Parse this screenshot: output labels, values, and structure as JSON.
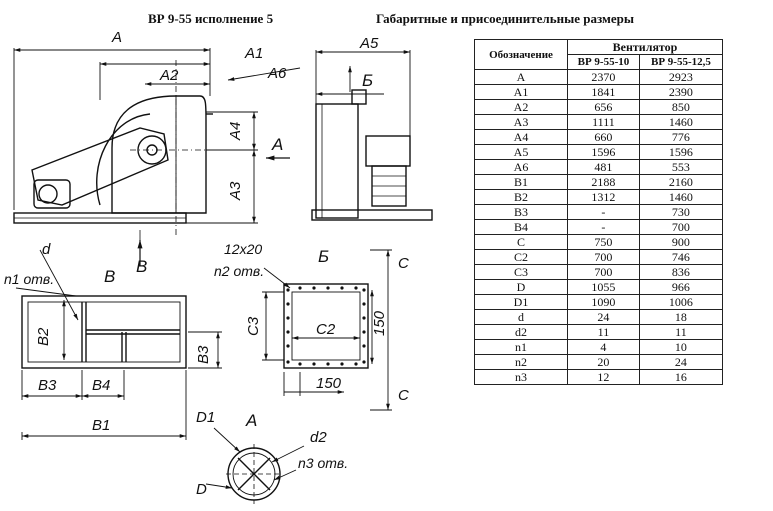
{
  "header": {
    "title_left": "ВР 9-55 исполнение 5",
    "title_right": "Габаритные и присоединительные размеры"
  },
  "drawing": {
    "labels": {
      "A": "A",
      "A1": "A1",
      "A2": "A2",
      "A3": "A3",
      "A4": "A4",
      "A5": "A5",
      "A6": "A6",
      "B_arrow": "Б",
      "A_arrow": "A",
      "V_arrow": "В",
      "view_V": "В",
      "view_B": "Б",
      "view_A": "A",
      "d": "d",
      "n1": "n1 отв.",
      "size_12x20": "12х20",
      "n2": "n2 отв.",
      "C": "C",
      "C2": "C2",
      "C3": "C3",
      "B2": "B2",
      "B3": "B3",
      "B4": "B4",
      "B1": "B1",
      "dim_150_v": "150",
      "dim_150_h": "150",
      "D1": "D1",
      "D": "D",
      "d2": "d2",
      "n3": "n3 отв."
    }
  },
  "table": {
    "col_header": "Обозначение",
    "group_header": "Вентилятор",
    "models": [
      "ВР 9-55-10",
      "ВР 9-55-12,5"
    ],
    "rows": [
      {
        "name": "A",
        "v1": "2370",
        "v2": "2923"
      },
      {
        "name": "A1",
        "v1": "1841",
        "v2": "2390"
      },
      {
        "name": "A2",
        "v1": "656",
        "v2": "850"
      },
      {
        "name": "A3",
        "v1": "1111",
        "v2": "1460"
      },
      {
        "name": "A4",
        "v1": "660",
        "v2": "776"
      },
      {
        "name": "A5",
        "v1": "1596",
        "v2": "1596"
      },
      {
        "name": "A6",
        "v1": "481",
        "v2": "553"
      },
      {
        "name": "B1",
        "v1": "2188",
        "v2": "2160"
      },
      {
        "name": "B2",
        "v1": "1312",
        "v2": "1460"
      },
      {
        "name": "B3",
        "v1": "-",
        "v2": "730"
      },
      {
        "name": "B4",
        "v1": "-",
        "v2": "700"
      },
      {
        "name": "C",
        "v1": "750",
        "v2": "900"
      },
      {
        "name": "C2",
        "v1": "700",
        "v2": "746"
      },
      {
        "name": "C3",
        "v1": "700",
        "v2": "836"
      },
      {
        "name": "D",
        "v1": "1055",
        "v2": "966"
      },
      {
        "name": "D1",
        "v1": "1090",
        "v2": "1006"
      },
      {
        "name": "d",
        "v1": "24",
        "v2": "18"
      },
      {
        "name": "d2",
        "v1": "11",
        "v2": "11"
      },
      {
        "name": "n1",
        "v1": "4",
        "v2": "10"
      },
      {
        "name": "n2",
        "v1": "20",
        "v2": "24"
      },
      {
        "name": "n3",
        "v1": "12",
        "v2": "16"
      }
    ]
  }
}
